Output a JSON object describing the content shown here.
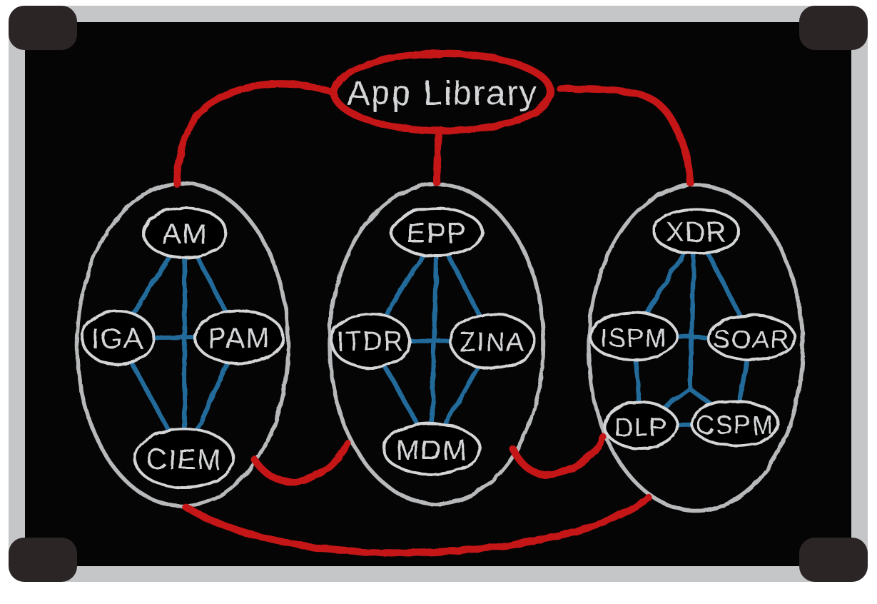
{
  "title": {
    "label": "App Library"
  },
  "groups": [
    {
      "nodes": [
        "AM",
        "IGA",
        "PAM",
        "CIEM"
      ]
    },
    {
      "nodes": [
        "EPP",
        "ITDR",
        "ZINA",
        "MDM"
      ]
    },
    {
      "nodes": [
        "XDR",
        "ISPM",
        "SOAR",
        "DLP",
        "CSPM"
      ]
    }
  ],
  "connections": {
    "red_links": [
      "App Library - left cluster",
      "App Library - middle cluster",
      "App Library - right cluster",
      "left cluster - middle cluster",
      "middle cluster - right cluster",
      "left cluster - right cluster"
    ],
    "cluster_edges": [
      [
        "AM-IGA",
        "AM-PAM",
        "AM-CIEM",
        "IGA-PAM",
        "IGA-CIEM",
        "PAM-CIEM"
      ],
      [
        "EPP-ITDR",
        "EPP-ZINA",
        "EPP-MDM",
        "ITDR-ZINA",
        "ITDR-MDM",
        "ZINA-MDM"
      ],
      [
        "XDR-ISPM",
        "XDR-SOAR",
        "XDR-DLP",
        "XDR-CSPM",
        "ISPM-SOAR",
        "ISPM-DLP",
        "SOAR-CSPM",
        "DLP-CSPM"
      ]
    ]
  },
  "colors": {
    "red": "#c41217",
    "blue": "#226a99",
    "outline": "#b7b9bb",
    "chalk": "#d3d5d7",
    "board": "#050505",
    "frame": "#c5c6c8",
    "corner": "#2b2526"
  }
}
